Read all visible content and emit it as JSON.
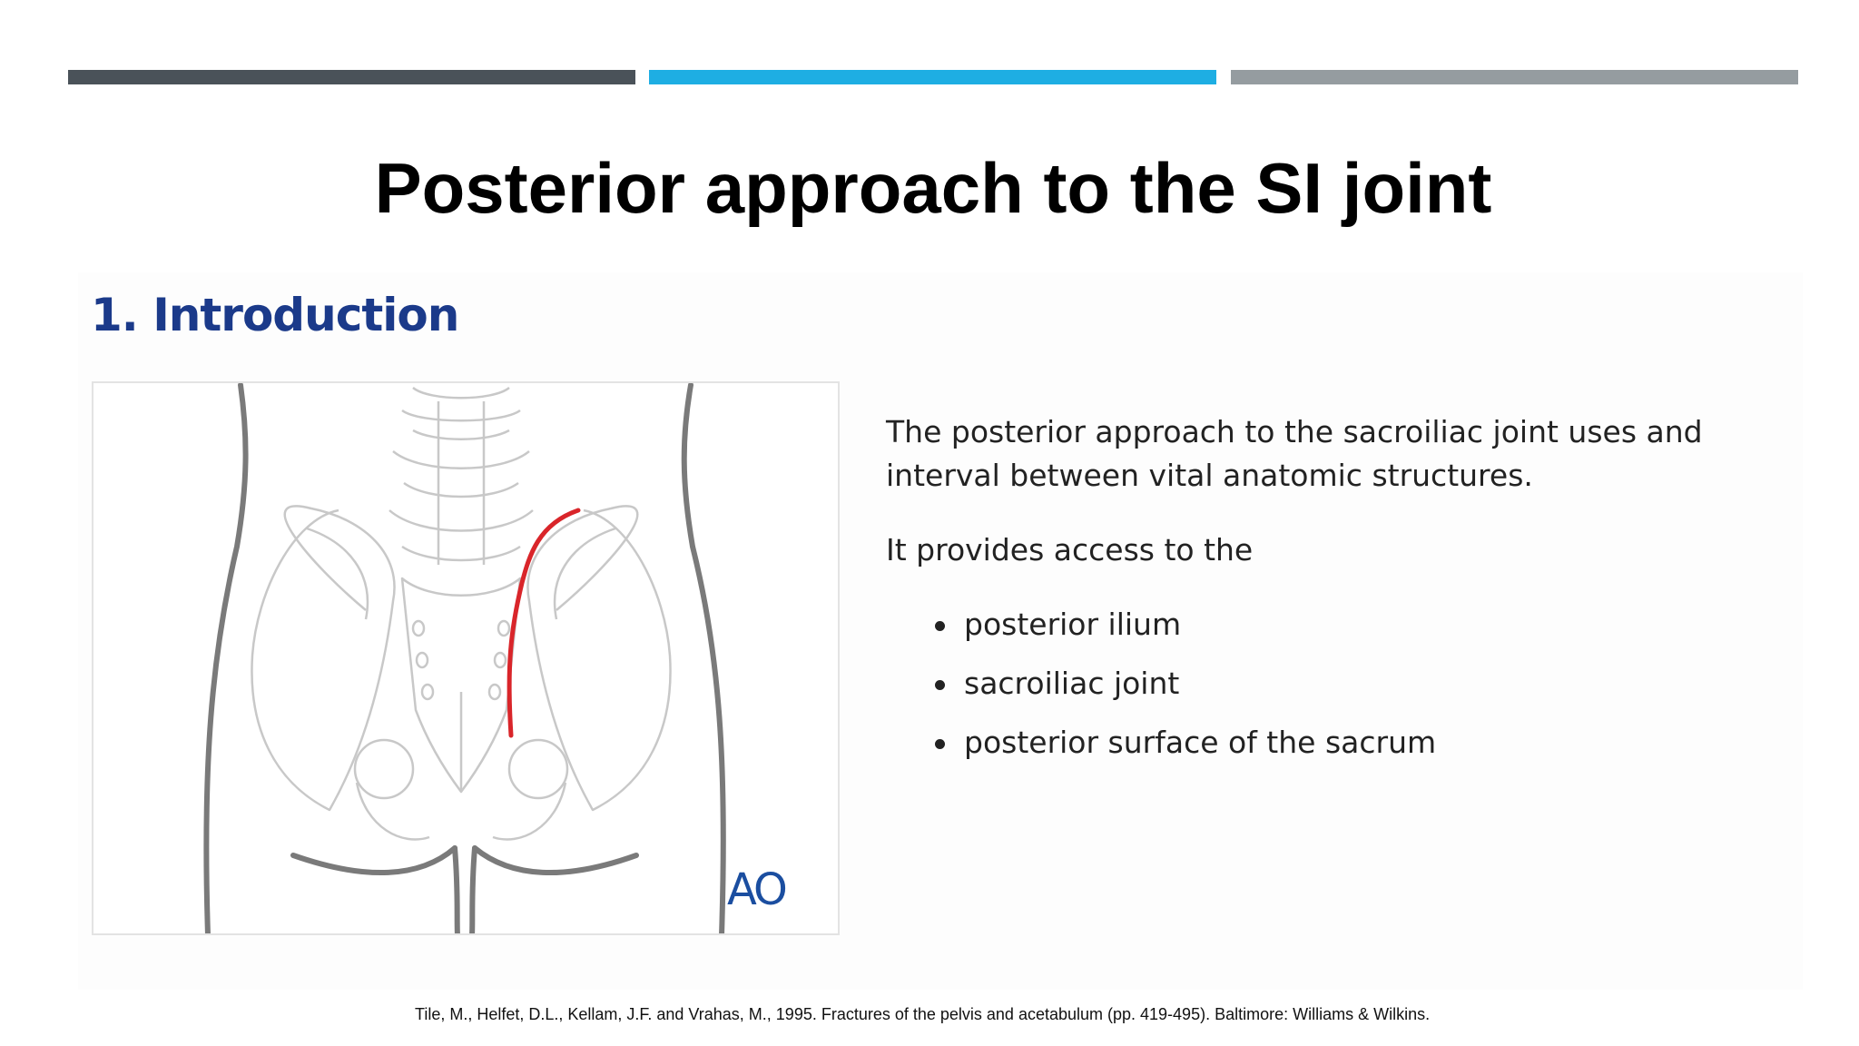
{
  "title": "Posterior approach to the SI joint",
  "section_heading": "1. Introduction",
  "figure": {
    "logo_text": "AO",
    "incision_color": "#d9252a",
    "outline_color": "#7a7a7a",
    "bone_color": "#c8c8c8"
  },
  "body": {
    "paragraph_1": "The posterior approach to the sacroiliac joint uses and interval between vital anatomic structures.",
    "paragraph_2": "It provides access to the",
    "bullets": [
      "posterior ilium",
      "sacroiliac joint",
      "posterior surface of the sacrum"
    ]
  },
  "citation": "Tile, M., Helfet, D.L., Kellam, J.F. and Vrahas, M., 1995. Fractures of the pelvis and acetabulum (pp. 419-495). Baltimore: Williams & Wilkins.",
  "colors": {
    "bar_dark": "#4a5259",
    "bar_blue": "#1eaee3",
    "bar_grey": "#959ca0",
    "heading_blue": "#1b3a8a"
  }
}
